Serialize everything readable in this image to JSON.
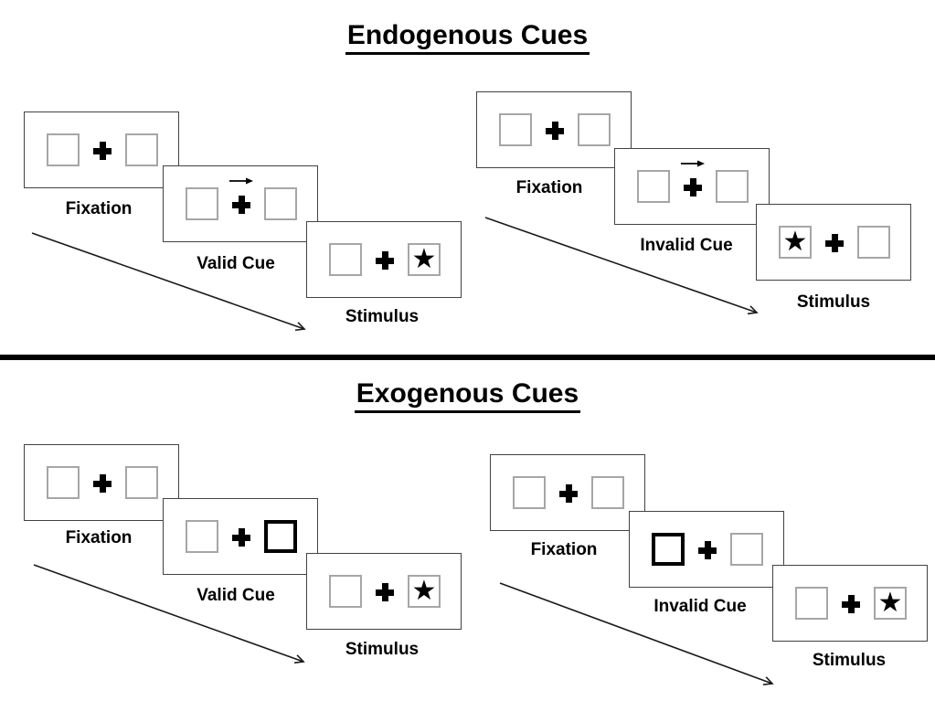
{
  "symbols": {
    "target_star": "★"
  },
  "colors": {
    "ink": "#000000",
    "panel_border": "#424242",
    "box_border": "#a6a6a6"
  },
  "sections": [
    {
      "id": "endogenous",
      "title": "Endogenous Cues",
      "cue_style": "arrow",
      "sequences": [
        {
          "name": "valid",
          "steps": [
            {
              "label": "Fixation",
              "kind": "fixation"
            },
            {
              "label": "Valid Cue",
              "kind": "cue",
              "cued_side": "right"
            },
            {
              "label": "Stimulus",
              "kind": "stimulus",
              "target_side": "right"
            }
          ]
        },
        {
          "name": "invalid",
          "steps": [
            {
              "label": "Fixation",
              "kind": "fixation"
            },
            {
              "label": "Invalid Cue",
              "kind": "cue",
              "cued_side": "right"
            },
            {
              "label": "Stimulus",
              "kind": "stimulus",
              "target_side": "left"
            }
          ]
        }
      ]
    },
    {
      "id": "exogenous",
      "title": "Exogenous Cues",
      "cue_style": "bold-box",
      "sequences": [
        {
          "name": "valid",
          "steps": [
            {
              "label": "Fixation",
              "kind": "fixation"
            },
            {
              "label": "Valid Cue",
              "kind": "cue",
              "cued_side": "right"
            },
            {
              "label": "Stimulus",
              "kind": "stimulus",
              "target_side": "right"
            }
          ]
        },
        {
          "name": "invalid",
          "steps": [
            {
              "label": "Fixation",
              "kind": "fixation"
            },
            {
              "label": "Invalid Cue",
              "kind": "cue",
              "cued_side": "left"
            },
            {
              "label": "Stimulus",
              "kind": "stimulus",
              "target_side": "right"
            }
          ]
        }
      ]
    }
  ]
}
